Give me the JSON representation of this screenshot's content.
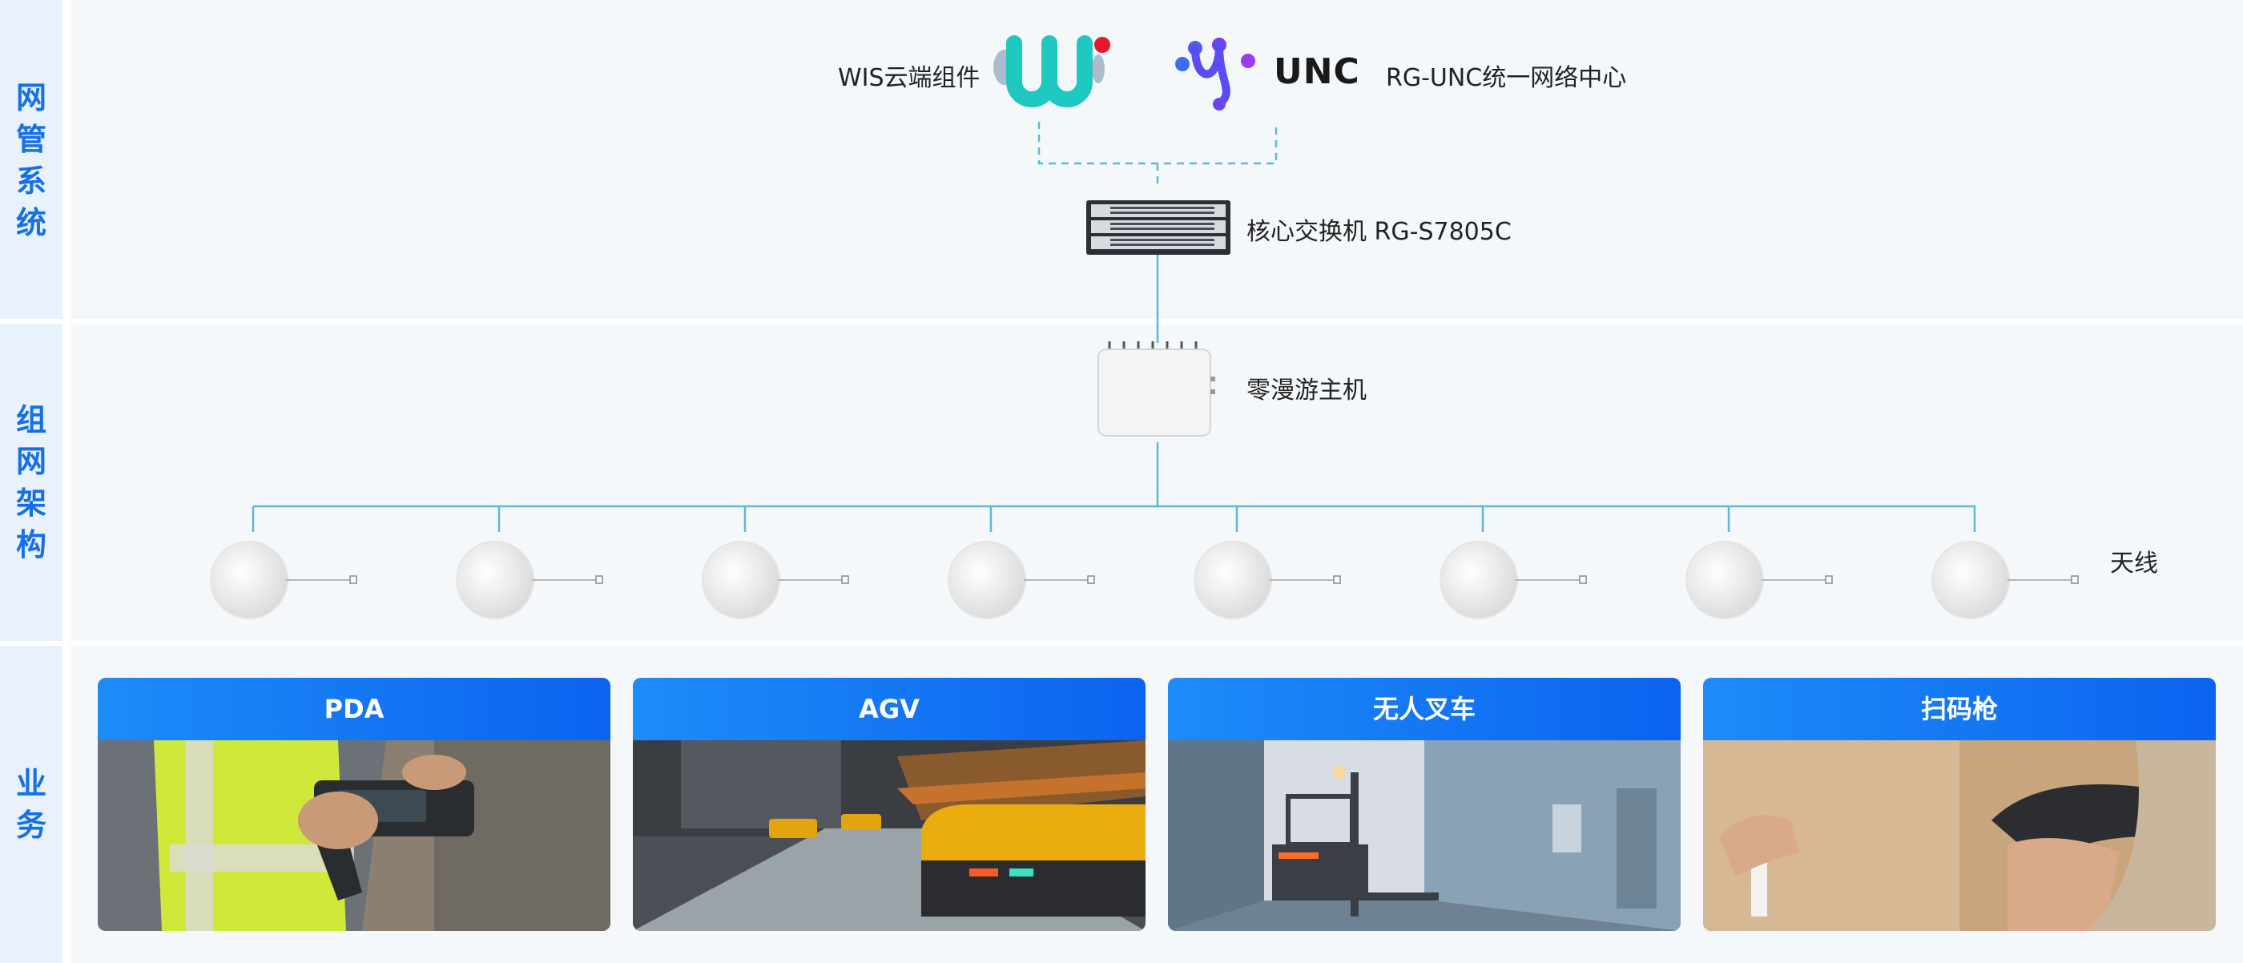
{
  "bands": [
    {
      "id": "mgmt",
      "label": "网管系统"
    },
    {
      "id": "net",
      "label": "组网架构"
    },
    {
      "id": "biz",
      "label": "业务"
    }
  ],
  "nodes": {
    "wis_label": "WIS云端组件",
    "unc_logo_text": "UNC",
    "unc_label": "RG-UNC统一网络中心",
    "core_switch_label": "核心交换机 RG-S7805C",
    "host_label": "零漫游主机",
    "antenna_label": "天线"
  },
  "antenna_count": 8,
  "cards": [
    {
      "title": "PDA",
      "image": "worker-holding-pda"
    },
    {
      "title": "AGV",
      "image": "agv-robot-in-warehouse"
    },
    {
      "title": "无人叉车",
      "image": "autonomous-forklift"
    },
    {
      "title": "扫码枪",
      "image": "barcode-scanner-in-hand"
    }
  ],
  "colors": {
    "accent": "#1570e8",
    "line": "#5bb8d6",
    "wis_teal": "#1fc8c0",
    "unc_purple": "#7a3cf0"
  }
}
